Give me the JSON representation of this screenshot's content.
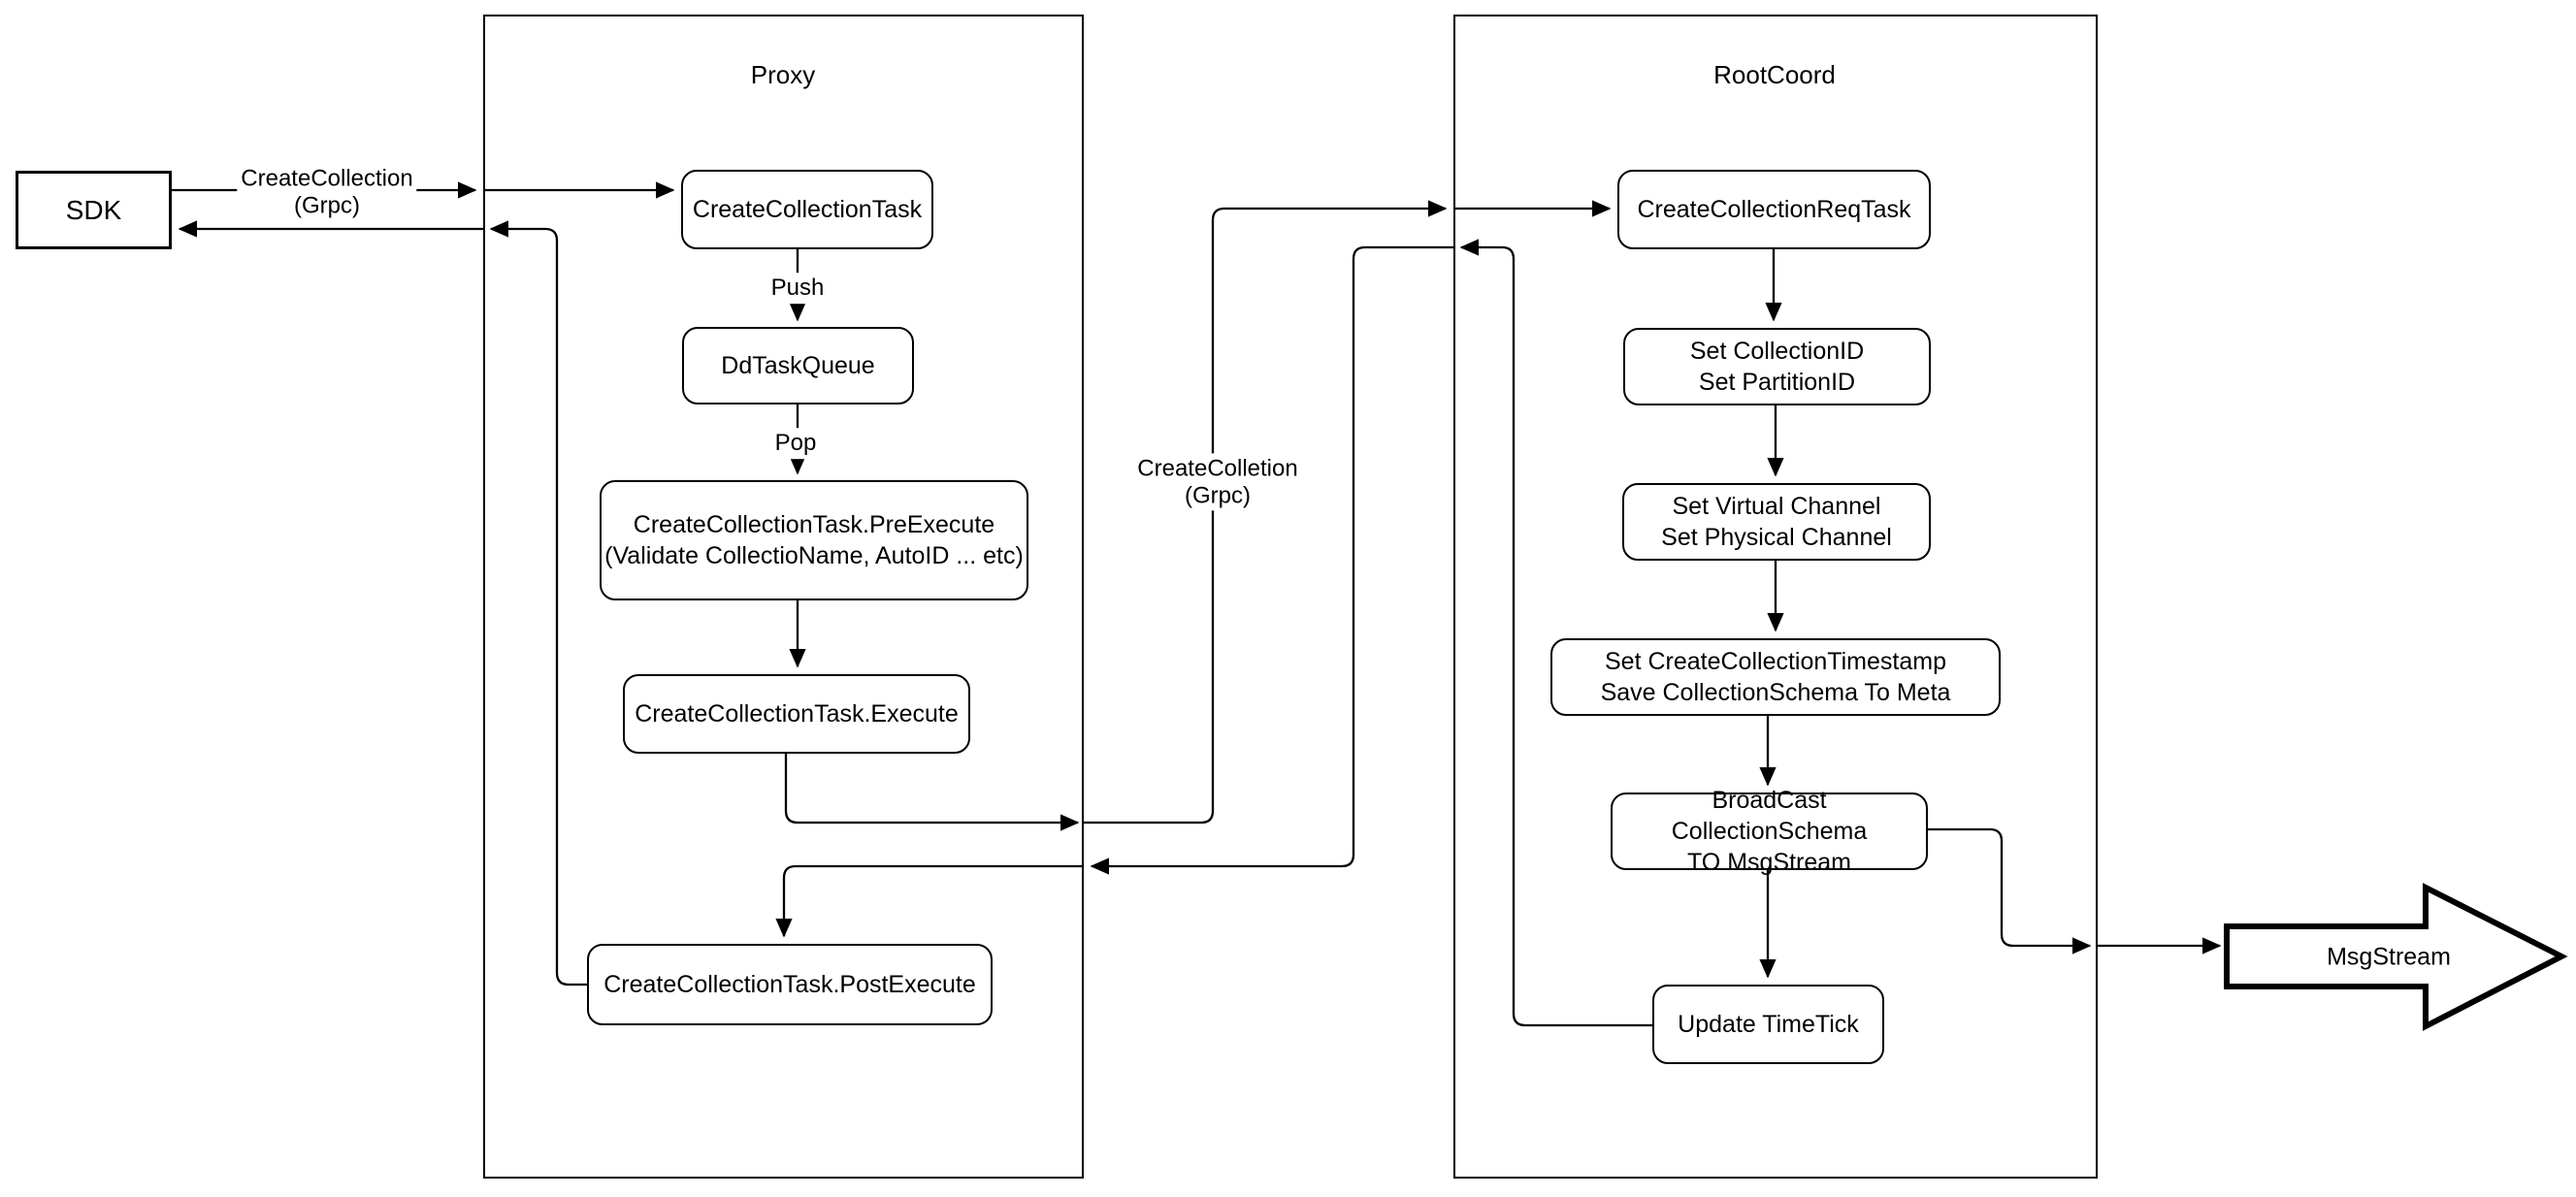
{
  "containers": {
    "proxy": {
      "label": "Proxy"
    },
    "rootcoord": {
      "label": "RootCoord"
    }
  },
  "nodes": {
    "sdk": {
      "label": "SDK"
    },
    "create_collection_task": {
      "label": "CreateCollectionTask"
    },
    "dd_task_queue": {
      "label": "DdTaskQueue"
    },
    "pre_execute": {
      "label": "CreateCollectionTask.PreExecute\n(Validate CollectioName, AutoID ... etc)"
    },
    "execute": {
      "label": "CreateCollectionTask.Execute"
    },
    "post_execute": {
      "label": "CreateCollectionTask.PostExecute"
    },
    "create_collection_req_task": {
      "label": "CreateCollectionReqTask"
    },
    "set_collection_partition_id": {
      "label": "Set CollectionID\nSet PartitionID"
    },
    "set_channels": {
      "label": "Set Virtual Channel\nSet Physical Channel"
    },
    "set_timestamp_save_schema": {
      "label": "Set CreateCollectionTimestamp\nSave CollectionSchema To Meta"
    },
    "broadcast_schema": {
      "label": "BroadCast CollectionSchema\nTO MsgStream"
    },
    "update_timetick": {
      "label": "Update TimeTick"
    },
    "msgstream": {
      "label": "MsgStream"
    }
  },
  "edge_labels": {
    "sdk_to_proxy_grpc": "CreateCollection\n(Grpc)",
    "push": "Push",
    "pop": "Pop",
    "proxy_to_rootcoord_grpc": "CreateColletion\n(Grpc)"
  },
  "colors": {
    "stroke": "#000000",
    "node_fill": "#ffffff",
    "background": "#ffffff"
  }
}
